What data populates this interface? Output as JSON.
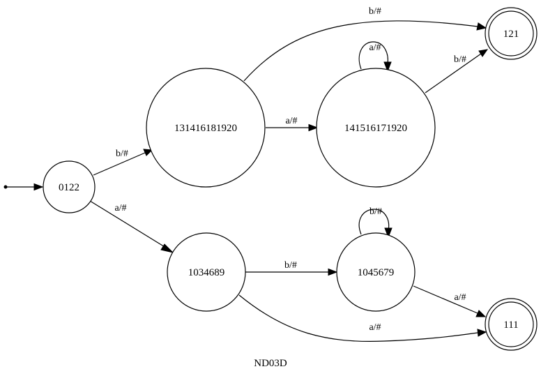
{
  "diagram": {
    "caption": "ND03D",
    "states": [
      {
        "id": "s0122",
        "label": "0122",
        "accepting": false,
        "initial": true
      },
      {
        "id": "s131416181920",
        "label": "131416181920",
        "accepting": false,
        "initial": false
      },
      {
        "id": "s141516171920",
        "label": "141516171920",
        "accepting": false,
        "initial": false
      },
      {
        "id": "s121",
        "label": "121",
        "accepting": true,
        "initial": false
      },
      {
        "id": "s1034689",
        "label": "1034689",
        "accepting": false,
        "initial": false
      },
      {
        "id": "s1045679",
        "label": "1045679",
        "accepting": false,
        "initial": false
      },
      {
        "id": "s111",
        "label": "111",
        "accepting": true,
        "initial": false
      }
    ],
    "transitions": [
      {
        "from": "0122",
        "to": "131416181920",
        "label": "b/#"
      },
      {
        "from": "0122",
        "to": "1034689",
        "label": "a/#"
      },
      {
        "from": "131416181920",
        "to": "141516171920",
        "label": "a/#"
      },
      {
        "from": "131416181920",
        "to": "121",
        "label": "b/#"
      },
      {
        "from": "141516171920",
        "to": "141516171920",
        "label": "a/#"
      },
      {
        "from": "141516171920",
        "to": "121",
        "label": "b/#"
      },
      {
        "from": "1034689",
        "to": "1045679",
        "label": "b/#"
      },
      {
        "from": "1034689",
        "to": "111",
        "label": "a/#"
      },
      {
        "from": "1045679",
        "to": "1045679",
        "label": "b/#"
      },
      {
        "from": "1045679",
        "to": "111",
        "label": "a/#"
      }
    ]
  }
}
